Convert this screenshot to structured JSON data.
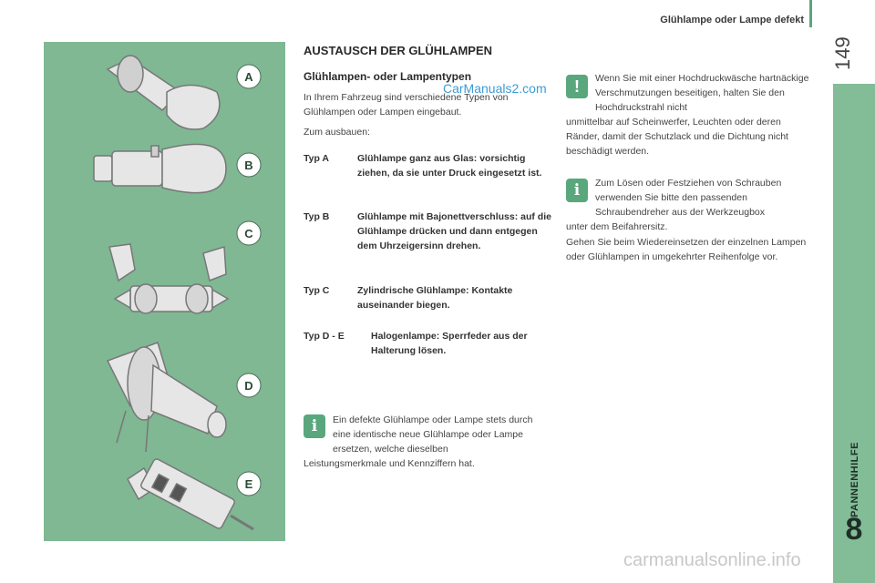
{
  "header": {
    "title": "Glühlampe oder Lampe defekt",
    "page_number": "149"
  },
  "sidebar": {
    "section_label": "PANNENHILFE",
    "chapter_number": "8"
  },
  "figure": {
    "labels": [
      "A",
      "B",
      "C",
      "D",
      "E"
    ]
  },
  "content": {
    "main_title": "AUSTAUSCH DER GLÜHLAMPEN",
    "sub_title": "Glühlampen- oder Lampentypen",
    "intro": "In Ihrem Fahrzeug sind verschiedene Typen von Glühlampen oder Lampen eingebaut.",
    "instruction": "Zum ausbauen:",
    "types": [
      {
        "label": "Typ A",
        "text": "Glühlampe ganz aus Glas: vorsichtig ziehen, da sie unter Druck eingesetzt ist."
      },
      {
        "label": "Typ B",
        "text": "Glühlampe mit Bajonettverschluss: auf die Glühlampe drücken und dann entgegen dem Uhrzeigersinn drehen."
      },
      {
        "label": "Typ C",
        "text": "Zylindrische Glühlampe: Kontakte auseinander biegen."
      },
      {
        "label": "Typ D - E",
        "text": "Halogenlampe: Sperrfeder aus der Halterung lösen."
      }
    ],
    "info_note": {
      "first": "Ein defekte Glühlampe oder Lampe stets durch eine identische neue Glühlampe oder Lampe ersetzen, welche dieselben",
      "rest": "Leistungsmerkmale und Kennziffern hat."
    },
    "warning_note": {
      "first": "Wenn Sie mit einer Hochdruckwäsche hartnäckige Verschmutzungen beseitigen, halten Sie den Hochdruckstrahl nicht",
      "rest": "unmittelbar auf Scheinwerfer, Leuchten oder deren Ränder, damit der Schutzlack und die Dichtung nicht beschädigt werden."
    },
    "tool_note": {
      "first": "Zum Lösen oder Festziehen von Schrauben verwenden Sie bitte den passenden Schraubendreher aus der Werkzeugbox",
      "rest": "unter dem Beifahrersitz."
    },
    "reassembly": "Gehen Sie beim Wiedereinsetzen der einzelnen Lampen oder Glühlampen in umgekehrter Reihenfolge vor."
  },
  "watermarks": {
    "top": "CarManuals2.com",
    "bottom": "carmanualsonline.info"
  },
  "colors": {
    "accent_green": "#5aa77d",
    "panel_green": "#7fb893",
    "strip_green": "#83bd98"
  },
  "icons": {
    "info": "info-icon",
    "warning": "warning-icon"
  }
}
